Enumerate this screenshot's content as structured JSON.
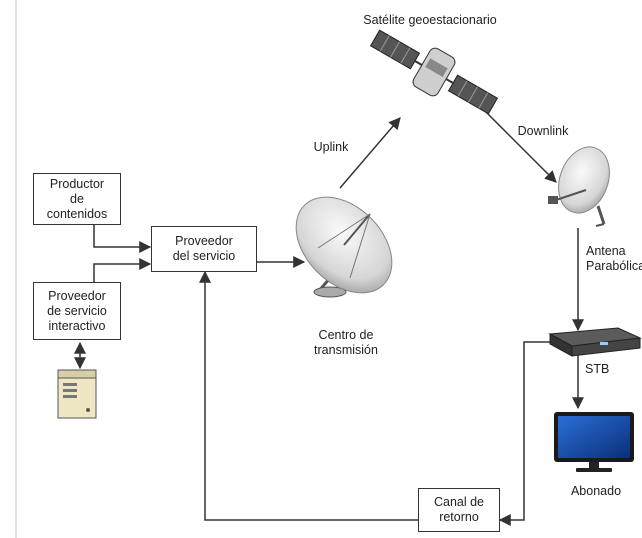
{
  "nodes": {
    "satellite": "Satélite geoestacionario",
    "uplink": "Uplink",
    "downlink": "Downlink",
    "productor": "Productor\nde\ncontenidos",
    "proveedor_interactivo": "Proveedor\nde servicio\ninteractivo",
    "proveedor_servicio": "Proveedor\ndel servicio",
    "centro": "Centro de\ntransmisión",
    "antena": "Antena\nParabólica",
    "stb": "STB",
    "abonado": "Abonado",
    "canal_retorno": "Canal de\nretorno"
  },
  "icons": [
    "satellite-icon",
    "dish-transmit-icon",
    "dish-receive-icon",
    "server-icon",
    "set-top-box-icon",
    "monitor-icon"
  ]
}
